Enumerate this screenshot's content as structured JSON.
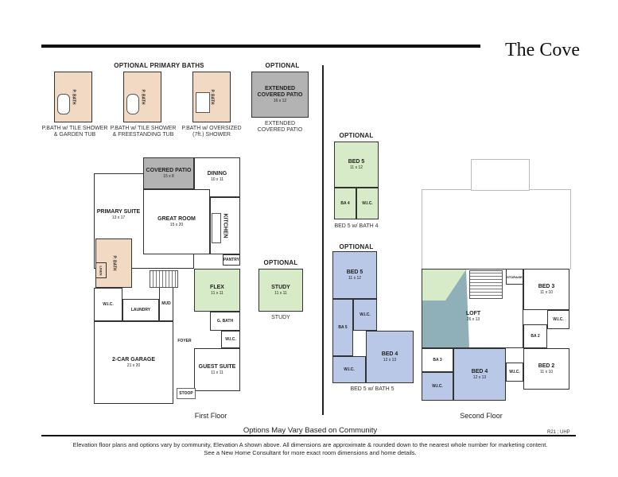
{
  "title": "The Cove",
  "optional_baths": {
    "heading": "OPTIONAL PRIMARY BATHS",
    "room_label": "P. BATH",
    "captions": [
      [
        "P.BATH w/ TILE SHOWER",
        "& GARDEN TUB"
      ],
      [
        "P.BATH w/ TILE SHOWER",
        "& FREESTANDING TUB"
      ],
      [
        "P.BATH w/ OVERSIZED",
        "(7ft.) SHOWER"
      ]
    ]
  },
  "optional_patio": {
    "heading": "OPTIONAL",
    "name": "EXTENDED COVERED PATIO",
    "name_line1": "EXTENDED",
    "name_line2": "COVERED PATIO",
    "dims": "16 x 12",
    "caption_line1": "EXTENDED",
    "caption_line2": "COVERED PATIO"
  },
  "first_floor": {
    "label": "First Floor",
    "rooms": {
      "covered_patio": {
        "name": "COVERED PATIO",
        "dims": "15 x 8"
      },
      "dining": {
        "name": "DINING",
        "dims": "10 x 11"
      },
      "primary_suite": {
        "name": "PRIMARY SUITE",
        "dims": "13 x 17"
      },
      "great_room": {
        "name": "GREAT ROOM",
        "dims": "15 x 20"
      },
      "kitchen": {
        "name": "KITCHEN"
      },
      "pantry": {
        "name": "PANTRY"
      },
      "p_bath": {
        "name": "P. BATH"
      },
      "linen": {
        "name": "LINEN"
      },
      "wic": {
        "name": "W.I.C."
      },
      "laundry": {
        "name": "LAUNDRY"
      },
      "mud": {
        "name": "MUD"
      },
      "flex": {
        "name": "FLEX",
        "dims": "11 x 11"
      },
      "g_bath": {
        "name": "G. BATH"
      },
      "wic2": {
        "name": "W.I.C."
      },
      "foyer": {
        "name": "FOYER"
      },
      "garage": {
        "name": "2-CAR GARAGE",
        "dims": "21 x 20"
      },
      "guest_suite": {
        "name": "GUEST SUITE",
        "dims": "11 x 11"
      },
      "stoop": {
        "name": "STOOP"
      }
    }
  },
  "optional_study": {
    "heading": "OPTIONAL",
    "name": "STUDY",
    "dims": "11 x 11",
    "caption": "STUDY"
  },
  "optional_bed5_bath4": {
    "heading": "OPTIONAL",
    "bed": {
      "name": "BED 5",
      "dims": "11 x 12"
    },
    "ba": "BA 4",
    "wic": "W.I.C.",
    "caption": "BED 5 w/ BATH 4"
  },
  "optional_bed5_bath5": {
    "heading": "OPTIONAL",
    "bed5": {
      "name": "BED 5",
      "dims": "11 x 12"
    },
    "ba": "BA 5",
    "wic": "W.I.C.",
    "wic2": "W.I.C.",
    "bed4": {
      "name": "BED 4",
      "dims": "12 x 13"
    },
    "caption": "BED 5 w/ BATH 5"
  },
  "second_floor": {
    "label": "Second Floor",
    "rooms": {
      "storage": {
        "name": "STORAGE"
      },
      "bed3": {
        "name": "BED 3",
        "dims": "11 x 10"
      },
      "loft": {
        "name": "LOFT",
        "dims": "26 x 13"
      },
      "wic": {
        "name": "W.I.C."
      },
      "ba2": {
        "name": "BA 2"
      },
      "bed2": {
        "name": "BED 2",
        "dims": "11 x 10"
      },
      "ba3": {
        "name": "BA 3"
      },
      "bed4": {
        "name": "BED 4",
        "dims": "12 x 13"
      },
      "wic2": {
        "name": "W.I.C."
      },
      "wic3": {
        "name": "W.I.C."
      }
    }
  },
  "footer": {
    "options_note": "Options May Vary Based on Community",
    "code": "R21 ; UHP",
    "fine_line1": "Elevation floor plans and options vary by community, Elevation A shown above. All dimensions are approximate & rounded down to the nearest whole number for marketing content.",
    "fine_line2": "See a New Home Consultant for more exact room dimensions and home details."
  },
  "colors": {
    "bath_tan": "#f2d9c4",
    "patio_gray": "#b3b3b3",
    "option_green": "#d8ebc8",
    "option_blue": "#b8c8e6"
  }
}
